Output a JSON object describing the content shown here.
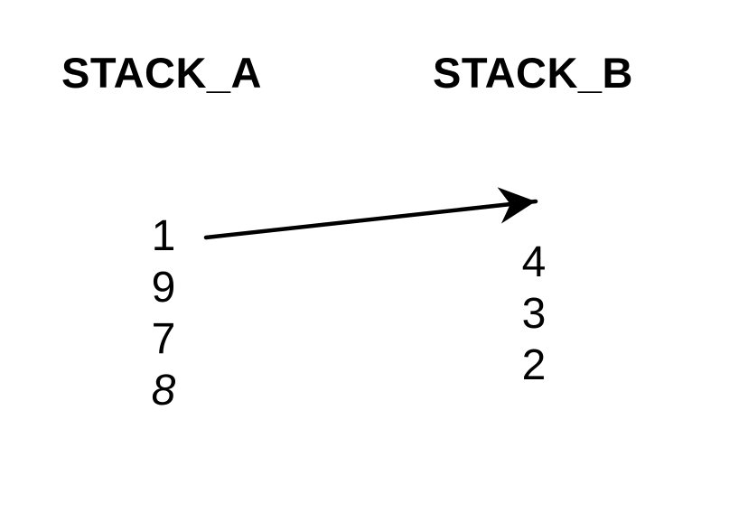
{
  "page": {
    "background_color": "#ffffff",
    "text_color": "#000000",
    "description": "Diagram of two stacks with an arrow moving the top element of STACK_A toward the top of STACK_B"
  },
  "stacks": [
    {
      "title": "STACK_A",
      "items": [
        {
          "value": "1",
          "style": "normal"
        },
        {
          "value": "9",
          "style": "normal"
        },
        {
          "value": "7",
          "style": "normal"
        },
        {
          "value": "8",
          "style": "italic"
        }
      ]
    },
    {
      "title": "STACK_B",
      "items": [
        {
          "value": "4",
          "style": "normal"
        },
        {
          "value": "3",
          "style": "normal"
        },
        {
          "value": "2",
          "style": "normal"
        }
      ]
    }
  ],
  "arrow": {
    "from_stack": "STACK_A",
    "from_value": "1",
    "to_stack": "STACK_B",
    "color": "#000000"
  }
}
